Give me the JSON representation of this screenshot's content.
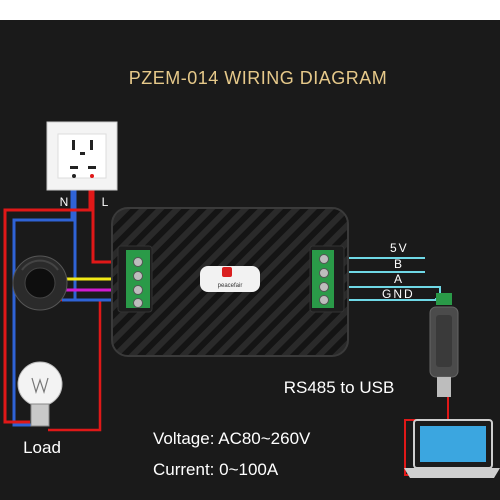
{
  "title": "PZEM-014 WIRING DIAGRAM",
  "outlet": {
    "neutral_label": "N",
    "live_label": "L"
  },
  "module": {
    "brand": "peacefair"
  },
  "terminals": {
    "vcc_label": "5V",
    "b_label": "B",
    "a_label": "A",
    "gnd_label": "GND"
  },
  "usb_label": "RS485 to USB",
  "load_label": "Load",
  "specs": {
    "voltage": "Voltage: AC80~260V",
    "current": "Current: 0~100A"
  },
  "colors": {
    "background": "#1a1a1a",
    "accent_text": "#e6c98a",
    "wire_red": "#e01818",
    "wire_blue": "#2f63d6",
    "wire_yellow": "#f2ea17",
    "wire_magenta": "#d11bd1",
    "wire_cyan": "#6fd8e6",
    "terminal_green": "#2a9a48"
  }
}
